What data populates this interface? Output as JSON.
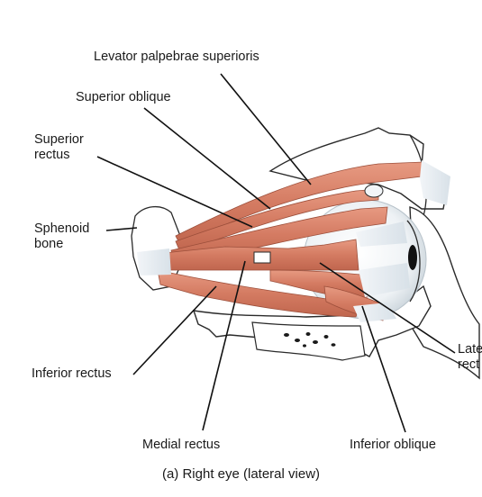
{
  "labels": {
    "levator": "Levator palpebrae superioris",
    "superior_oblique": "Superior oblique",
    "superior_rectus_l1": "Superior",
    "superior_rectus_l2": "rectus",
    "sphenoid_l1": "Sphenoid",
    "sphenoid_l2": "bone",
    "lateral_rectus_l1": "Late",
    "lateral_rectus_l2": "rect",
    "inferior_rectus": "Inferior rectus",
    "medial_rectus": "Medial rectus",
    "inferior_oblique": "Inferior oblique"
  },
  "caption": "(a) Right eye (lateral view)",
  "colors": {
    "muscle": "#d9826a",
    "muscle_dark": "#b8604a",
    "tendon": "#e4ecf1",
    "bone": "#ffffff",
    "outline": "#2a2a2a",
    "eye_shade": "#cfd8df",
    "pupil": "#111111"
  }
}
